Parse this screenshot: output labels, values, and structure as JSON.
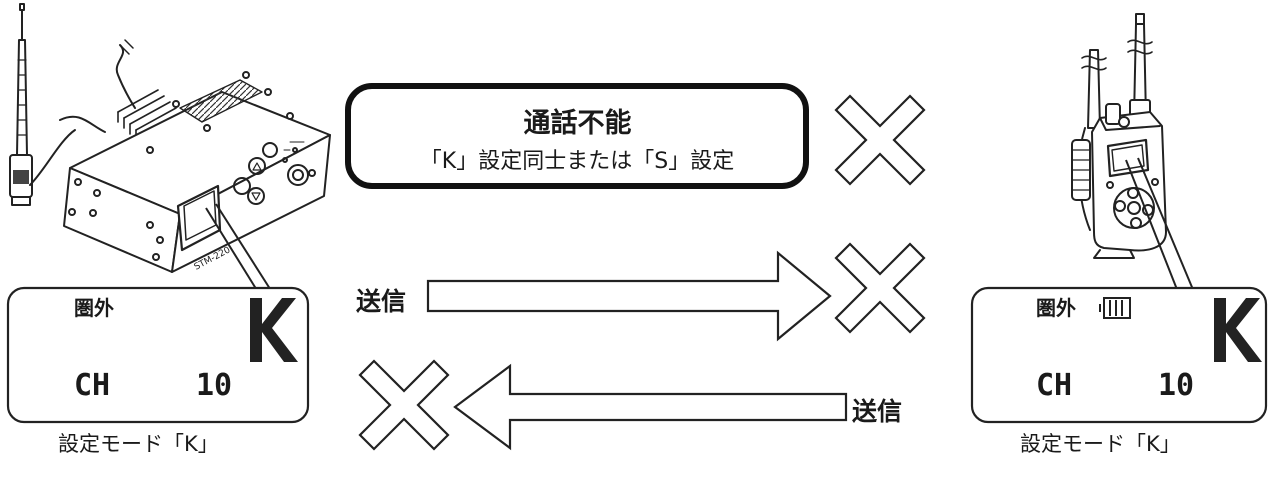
{
  "notice": {
    "title": "通話不能",
    "subtitle": "「K」設定同士または「S」設定"
  },
  "arrows": {
    "send_label": "送信",
    "send_label_return": "送信"
  },
  "left_device": {
    "lcd_top": "圏外",
    "lcd_mode": "K",
    "lcd_ch": "CH",
    "lcd_channel": "10",
    "caption": "設定モード「K」",
    "model_text": "STM-220"
  },
  "right_device": {
    "lcd_top": "圏外",
    "lcd_mode": "K",
    "lcd_ch": "CH",
    "lcd_channel": "10",
    "caption": "設定モード「K」"
  }
}
